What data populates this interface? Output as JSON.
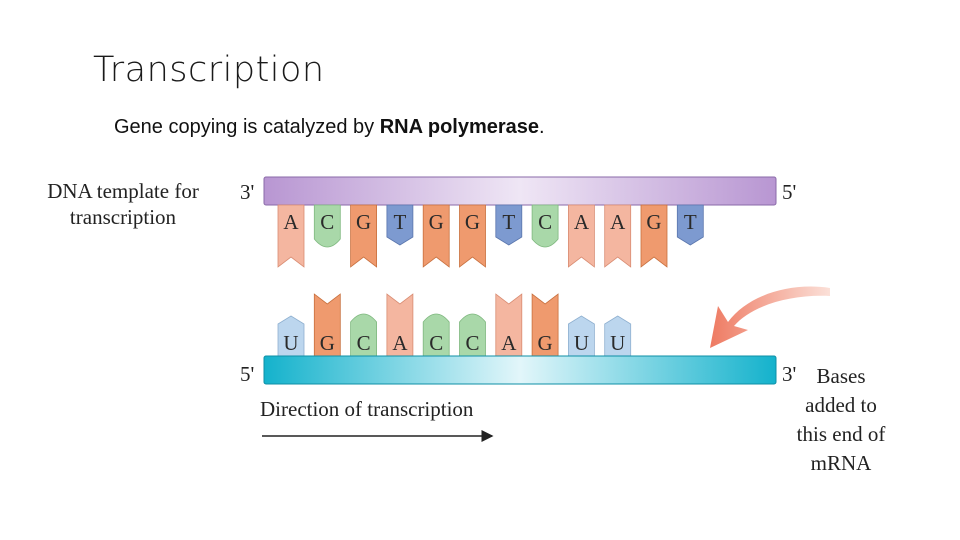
{
  "slide": {
    "title": "Transcription",
    "subtitle_pre": "Gene copying is catalyzed by ",
    "subtitle_bold": "RNA polymerase",
    "subtitle_post": "."
  },
  "diagram": {
    "template_label_line1": "DNA template for",
    "template_label_line2": "transcription",
    "template_strand": {
      "left_end": "3'",
      "right_end": "5'",
      "bases": [
        "A",
        "C",
        "G",
        "T",
        "G",
        "G",
        "T",
        "C",
        "A",
        "A",
        "G",
        "T"
      ]
    },
    "mrna_strand": {
      "left_end": "5'",
      "right_end": "3'",
      "bases": [
        "U",
        "G",
        "C",
        "A",
        "C",
        "C",
        "A",
        "G",
        "U",
        "U"
      ]
    },
    "direction_label": "Direction of transcription",
    "bases_note_lines": [
      "Bases",
      "added to",
      "this end of",
      "mRNA"
    ],
    "colors": {
      "A": "#f4b6a0",
      "G": "#ef9a6e",
      "C": "#a9d8a9",
      "T": "#7d9ad0",
      "U": "#bcd6ee",
      "template_bar": "#c3a6d8",
      "mrna_bar": "#1fb8d0",
      "arrow": "#f08a70"
    }
  }
}
